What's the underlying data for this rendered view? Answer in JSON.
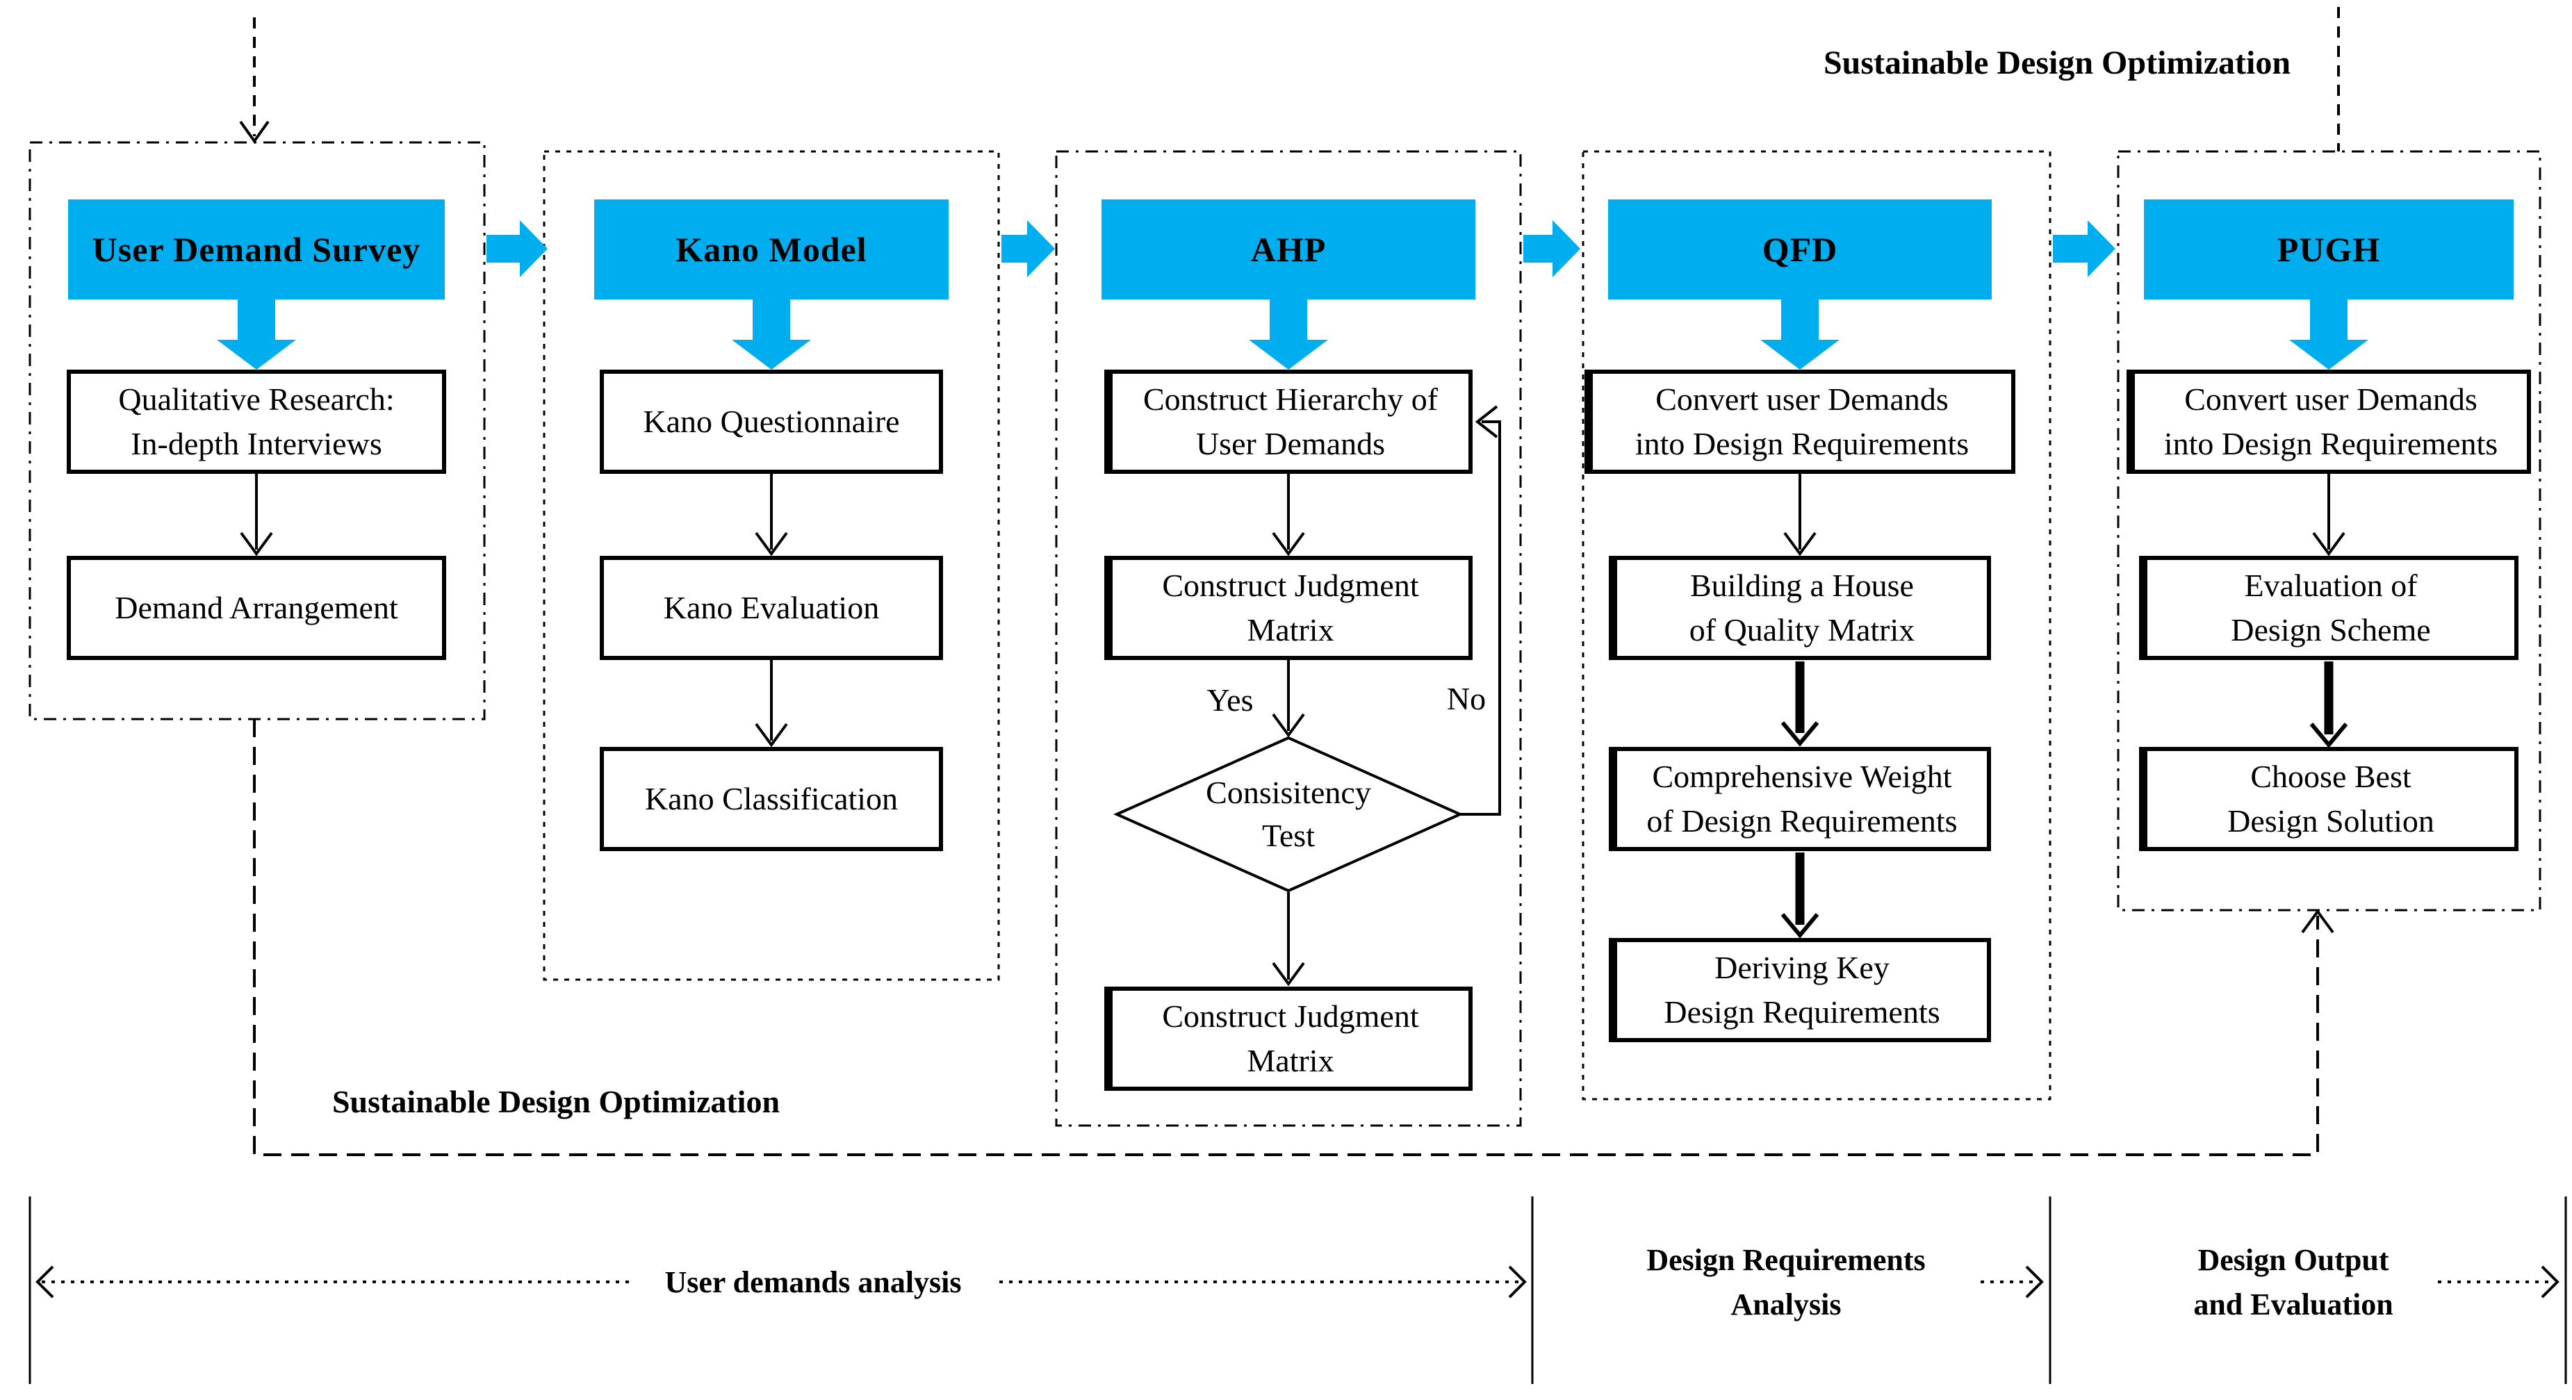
{
  "figure_type": "flowchart",
  "colors": {
    "accent_blue": "#00AEEF",
    "line_black": "#000000",
    "box_bg": "#FFFFFF"
  },
  "loop": {
    "top_label": "Sustainable Design Optimization",
    "bottom_label": "Sustainable Design Optimization"
  },
  "columns": [
    {
      "header": "User Demand Survey",
      "boxes": [
        "Qualitative Research:\nIn-depth Interviews",
        "Demand Arrangement"
      ]
    },
    {
      "header": "Kano Model",
      "boxes": [
        "Kano Questionnaire",
        "Kano Evaluation",
        "Kano Classification"
      ]
    },
    {
      "header": "AHP",
      "boxes": [
        "Construct Hierarchy of\nUser Demands",
        "Construct Judgment\nMatrix",
        "Construct Judgment\nMatrix"
      ],
      "diamond": "Consisitency\nTest",
      "yes_label": "Yes",
      "no_label": "No"
    },
    {
      "header": "QFD",
      "boxes": [
        "Convert user Demands\ninto Design Requirements",
        "Building a House\nof Quality Matrix",
        "Comprehensive Weight\nof Design Requirements",
        "Deriving Key\nDesign Requirements"
      ]
    },
    {
      "header": "PUGH",
      "boxes": [
        "Convert user Demands\ninto Design Requirements",
        "Evaluation of\nDesign Scheme",
        "Choose Best\nDesign Solution"
      ]
    }
  ],
  "phases": [
    {
      "label": "User demands analysis"
    },
    {
      "label": "Design Requirements\nAnalysis"
    },
    {
      "label": "Design Output\nand Evaluation"
    }
  ]
}
